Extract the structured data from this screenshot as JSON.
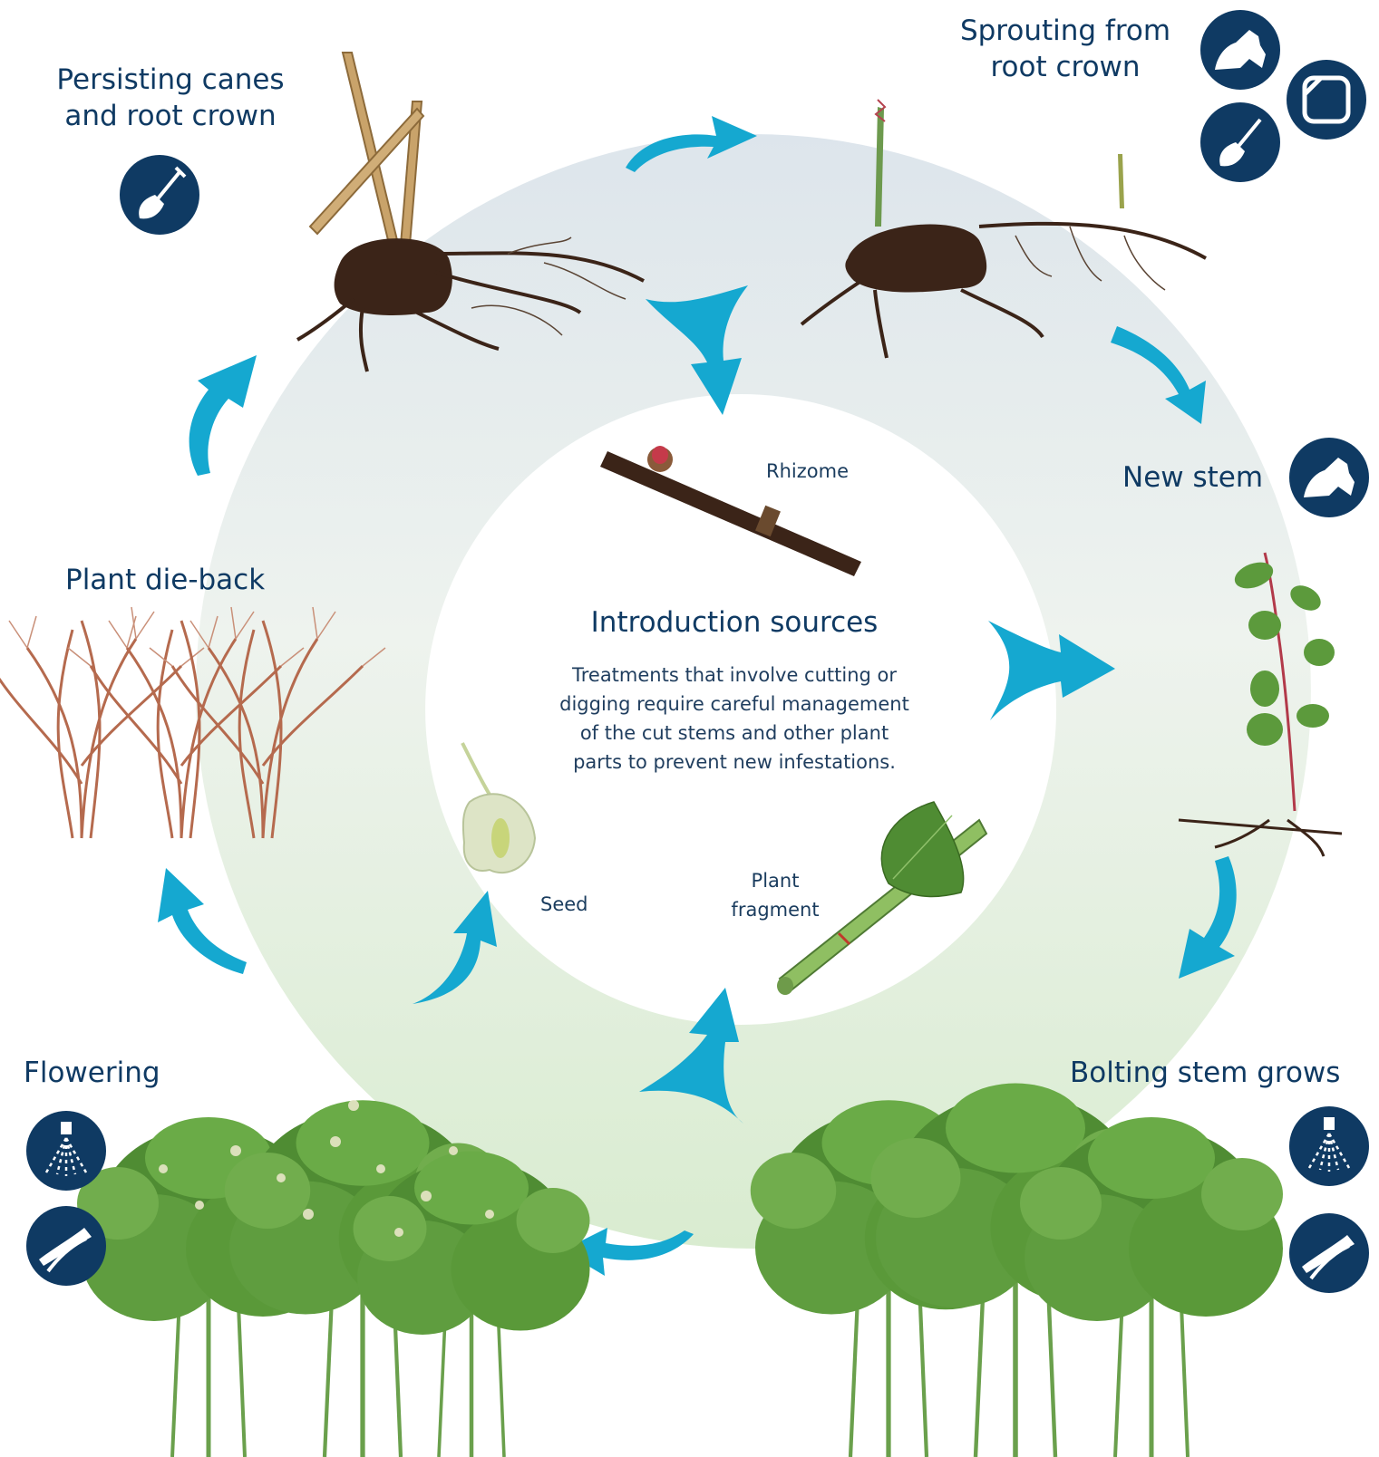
{
  "stages": {
    "persisting": "Persisting canes\nand root crown",
    "sprouting": "Sprouting from\nroot crown",
    "new_stem": "New stem",
    "die_back": "Plant die-back",
    "flowering": "Flowering",
    "bolting": "Bolting stem grows"
  },
  "center": {
    "title": "Introduction sources",
    "text": "Treatments that involve cutting or\ndigging require careful management\nof the cut stems and other plant\nparts to prevent new infestations."
  },
  "sources": {
    "rhizome": "Rhizome",
    "seed": "Seed",
    "fragment": "Plant\nfragment"
  },
  "icons": {
    "persisting": [
      "shovel-icon"
    ],
    "sprouting": [
      "goat-icon",
      "covering-icon",
      "shovel-icon"
    ],
    "new_stem": [
      "goat-icon"
    ],
    "flowering": [
      "sprayer-icon",
      "pruner-icon"
    ],
    "bolting": [
      "sprayer-icon",
      "pruner-icon"
    ]
  },
  "colors": {
    "navy": "#0f3a63",
    "arrow": "#15a8d0",
    "leaf": "#5c9a3c",
    "root": "#3b2418"
  }
}
